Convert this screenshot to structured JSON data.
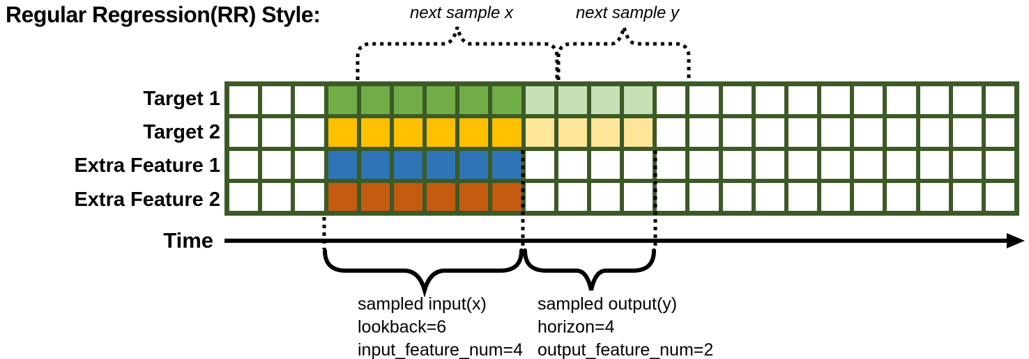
{
  "title": "Regular Regression(RR) Style:",
  "top_annotations": {
    "next_sample_x": "next sample x",
    "next_sample_y": "next sample y"
  },
  "time_axis_label": "Time",
  "grid": {
    "total_columns": 24,
    "lead_in_columns": 3,
    "lookback": 6,
    "horizon": 4,
    "border_color": "#3C5A26",
    "empty_cell_color": "#ffffff",
    "rows": [
      {
        "label": "Target 1",
        "input_color": "#70AD47",
        "output_color": "#C5E0B4"
      },
      {
        "label": "Target 2",
        "input_color": "#FFC000",
        "output_color": "#FFE699"
      },
      {
        "label": "Extra Feature 1",
        "input_color": "#2E75B6",
        "output_color": null
      },
      {
        "label": "Extra Feature 2",
        "input_color": "#C55A11",
        "output_color": null
      }
    ]
  },
  "sampled_input": {
    "title": "sampled input(x)",
    "lookback": "lookback=6",
    "feature_num": "input_feature_num=4"
  },
  "sampled_output": {
    "title": "sampled output(y)",
    "horizon": "horizon=4",
    "feature_num": "output_feature_num=2"
  }
}
